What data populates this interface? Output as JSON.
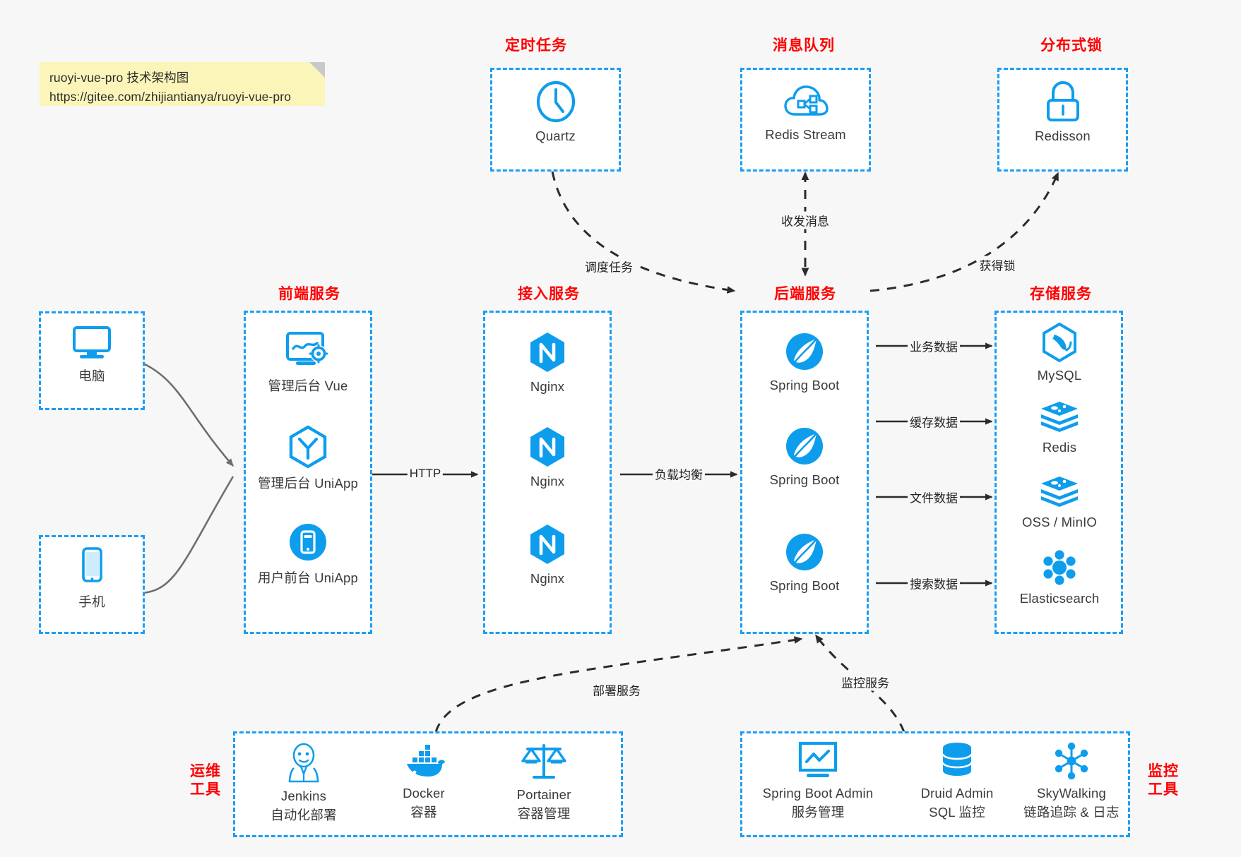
{
  "note": {
    "line1": "ruoyi-vue-pro 技术架构图",
    "line2": "https://gitee.com/zhijiantianya/ruoyi-vue-pro"
  },
  "colors": {
    "accent": "#1a9ef5",
    "caption": "#ff0000",
    "icon": "#0e9ded",
    "arrow": "#2b2b2b",
    "background": "#f7f7f7",
    "note_bg": "#fbf5ba"
  },
  "captions": {
    "scheduled_task": "定时任务",
    "message_queue": "消息队列",
    "distributed_lock": "分布式锁",
    "frontend_service": "前端服务",
    "gateway_service": "接入服务",
    "backend_service": "后端服务",
    "storage_service": "存储服务",
    "devops_tools_l1": "运维",
    "devops_tools_l2": "工具",
    "monitor_tools_l1": "监控",
    "monitor_tools_l2": "工具"
  },
  "clients": [
    {
      "id": "pc",
      "label": "电脑",
      "icon": "monitor-icon"
    },
    {
      "id": "mobile",
      "label": "手机",
      "icon": "phone-icon"
    }
  ],
  "top_nodes": [
    {
      "id": "quartz",
      "label": "Quartz",
      "icon": "clock-icon"
    },
    {
      "id": "redis-stream",
      "label": "Redis Stream",
      "icon": "cloud-node-icon"
    },
    {
      "id": "redisson",
      "label": "Redisson",
      "icon": "lock-icon"
    }
  ],
  "frontend_nodes": [
    {
      "id": "admin-vue",
      "label": "管理后台 Vue",
      "icon": "dashboard-gear-icon"
    },
    {
      "id": "admin-uniapp",
      "label": "管理后台 UniApp",
      "icon": "hexagon-y-icon"
    },
    {
      "id": "user-uniapp",
      "label": "用户前台 UniApp",
      "icon": "mobile-circle-icon"
    }
  ],
  "gateway_nodes": [
    {
      "id": "nginx-1",
      "label": "Nginx",
      "icon": "nginx-icon"
    },
    {
      "id": "nginx-2",
      "label": "Nginx",
      "icon": "nginx-icon"
    },
    {
      "id": "nginx-3",
      "label": "Nginx",
      "icon": "nginx-icon"
    }
  ],
  "backend_nodes": [
    {
      "id": "spring-boot-1",
      "label": "Spring Boot",
      "icon": "spring-leaf-icon"
    },
    {
      "id": "spring-boot-2",
      "label": "Spring Boot",
      "icon": "spring-leaf-icon"
    },
    {
      "id": "spring-boot-3",
      "label": "Spring Boot",
      "icon": "spring-leaf-icon"
    }
  ],
  "storage_nodes": [
    {
      "id": "mysql",
      "label": "MySQL",
      "icon": "mysql-dolphin-icon"
    },
    {
      "id": "redis",
      "label": "Redis",
      "icon": "redis-stack-icon"
    },
    {
      "id": "oss-minio",
      "label": "OSS / MinIO",
      "icon": "redis-stack-icon"
    },
    {
      "id": "elasticsearch",
      "label": "Elasticsearch",
      "icon": "elasticsearch-icon"
    }
  ],
  "devops_nodes": [
    {
      "id": "jenkins",
      "label": "Jenkins",
      "sublabel": "自动化部署",
      "icon": "jenkins-butler-icon"
    },
    {
      "id": "docker",
      "label": "Docker",
      "sublabel": "容器",
      "icon": "docker-whale-icon"
    },
    {
      "id": "portainer",
      "label": "Portainer",
      "sublabel": "容器管理",
      "icon": "scales-icon"
    }
  ],
  "monitor_nodes": [
    {
      "id": "spring-boot-admin",
      "label": "Spring Boot Admin",
      "sublabel": "服务管理",
      "icon": "monitor-chart-icon"
    },
    {
      "id": "druid-admin",
      "label": "Druid Admin",
      "sublabel": "SQL 监控",
      "icon": "database-icon"
    },
    {
      "id": "skywalking",
      "label": "SkyWalking",
      "sublabel": "链路追踪 & 日志",
      "icon": "skywalking-icon"
    }
  ],
  "edge_labels": {
    "schedule_task": "调度任务",
    "send_receive_message": "收发消息",
    "acquire_lock": "获得锁",
    "http": "HTTP",
    "load_balance": "负载均衡",
    "business_data": "业务数据",
    "cache_data": "缓存数据",
    "file_data": "文件数据",
    "search_data": "搜索数据",
    "deploy_service": "部署服务",
    "monitor_service": "监控服务"
  }
}
